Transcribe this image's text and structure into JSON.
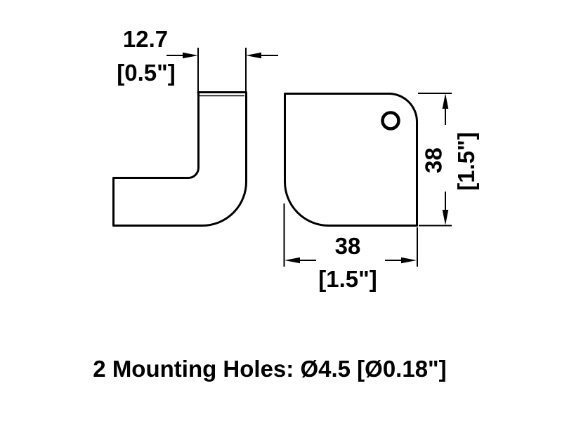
{
  "drawing": {
    "note": "2 Mounting Holes: Ø4.5 [Ø0.18\"]",
    "dim_thickness": {
      "metric": "12.7",
      "imperial": "[0.5\"]"
    },
    "dim_height": {
      "metric": "38",
      "imperial": "[1.5\"]"
    },
    "dim_width": {
      "metric": "38",
      "imperial": "[1.5\"]"
    },
    "colors": {
      "line": "#000000",
      "background": "#ffffff"
    }
  }
}
